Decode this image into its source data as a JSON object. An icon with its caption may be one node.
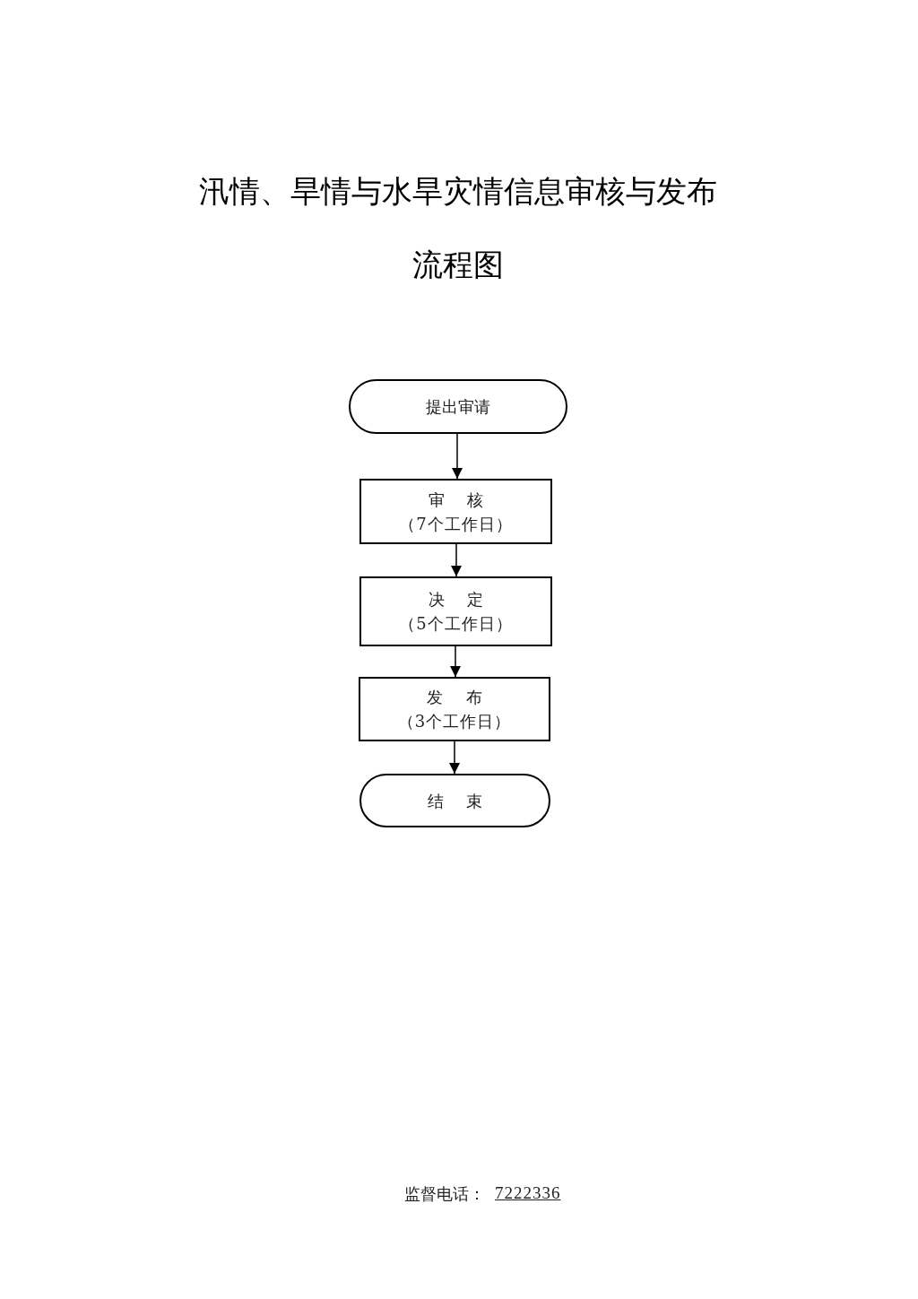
{
  "diagram": {
    "title": "汛情、旱情与水旱灾情信息审核与发布流程图",
    "nodes": [
      {
        "text": [
          "提出审请"
        ]
      },
      {
        "text": [
          "审 核",
          "（7个工作日）"
        ]
      },
      {
        "text": [
          "决 定",
          "（5个工作日）"
        ]
      },
      {
        "text": [
          "发 布",
          "（3个工作日）"
        ]
      },
      {
        "text": [
          "结 束"
        ]
      }
    ],
    "edges": [
      {
        "from": 0,
        "to": 1,
        "arrow": "to"
      },
      {
        "from": 1,
        "to": 2,
        "arrow": "to"
      },
      {
        "from": 2,
        "to": 3,
        "arrow": "to"
      },
      {
        "from": 3,
        "to": 4,
        "arrow": "to"
      }
    ],
    "labels": [
      "监督电话：",
      "7222336"
    ]
  }
}
